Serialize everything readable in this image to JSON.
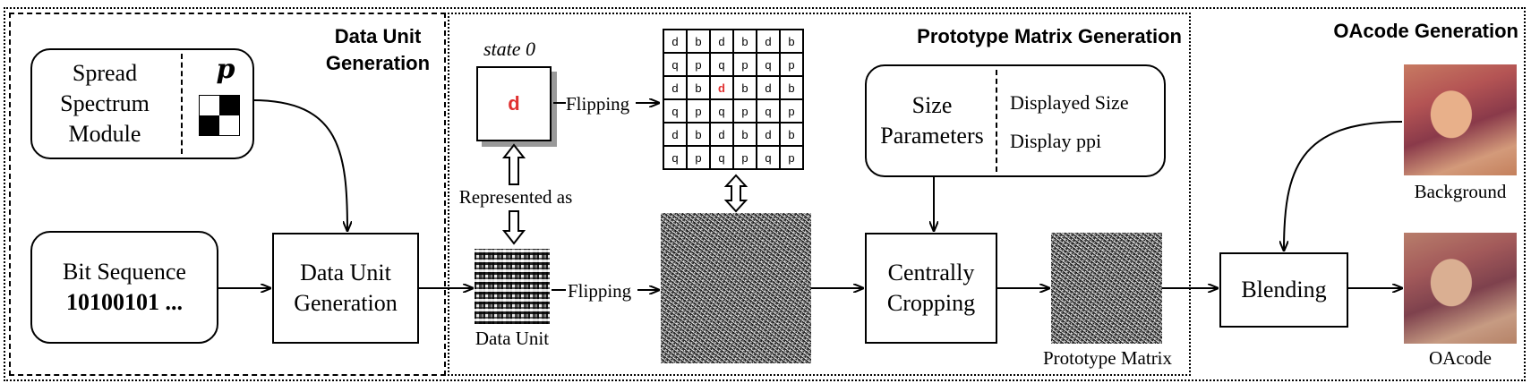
{
  "sections": {
    "data_unit": "Data Unit\nGeneration",
    "prototype": "Prototype Matrix Generation",
    "oacode": "OAcode Generation"
  },
  "spread_spectrum": {
    "label": "Spread\nSpectrum\nModule",
    "symbol": "p"
  },
  "bit_sequence": {
    "label": "Bit Sequence",
    "value": "10100101 ..."
  },
  "data_unit_gen": "Data Unit\nGeneration",
  "state": {
    "caption": "state 0",
    "symbol": "d"
  },
  "labels": {
    "flipping_top": "Flipping",
    "flipping_bottom": "Flipping",
    "represented_as": "Represented as",
    "data_unit": "Data Unit",
    "prototype_matrix": "Prototype Matrix",
    "background": "Background",
    "oacode": "OAcode"
  },
  "grid": [
    [
      "d",
      "b",
      "d",
      "b",
      "d",
      "b"
    ],
    [
      "q",
      "p",
      "q",
      "p",
      "q",
      "p"
    ],
    [
      "d",
      "b",
      "d",
      "b",
      "d",
      "b"
    ],
    [
      "q",
      "p",
      "q",
      "p",
      "q",
      "p"
    ],
    [
      "d",
      "b",
      "d",
      "b",
      "d",
      "b"
    ],
    [
      "q",
      "p",
      "q",
      "p",
      "q",
      "p"
    ]
  ],
  "grid_highlight": {
    "row": 2,
    "col": 2
  },
  "size_params": {
    "label": "Size\nParameters",
    "items": [
      "Displayed Size",
      "Display ppi"
    ]
  },
  "centrally_cropping": "Centrally\nCropping",
  "blending": "Blending",
  "colors": {
    "highlight": "#e03030",
    "stroke": "#000000"
  }
}
